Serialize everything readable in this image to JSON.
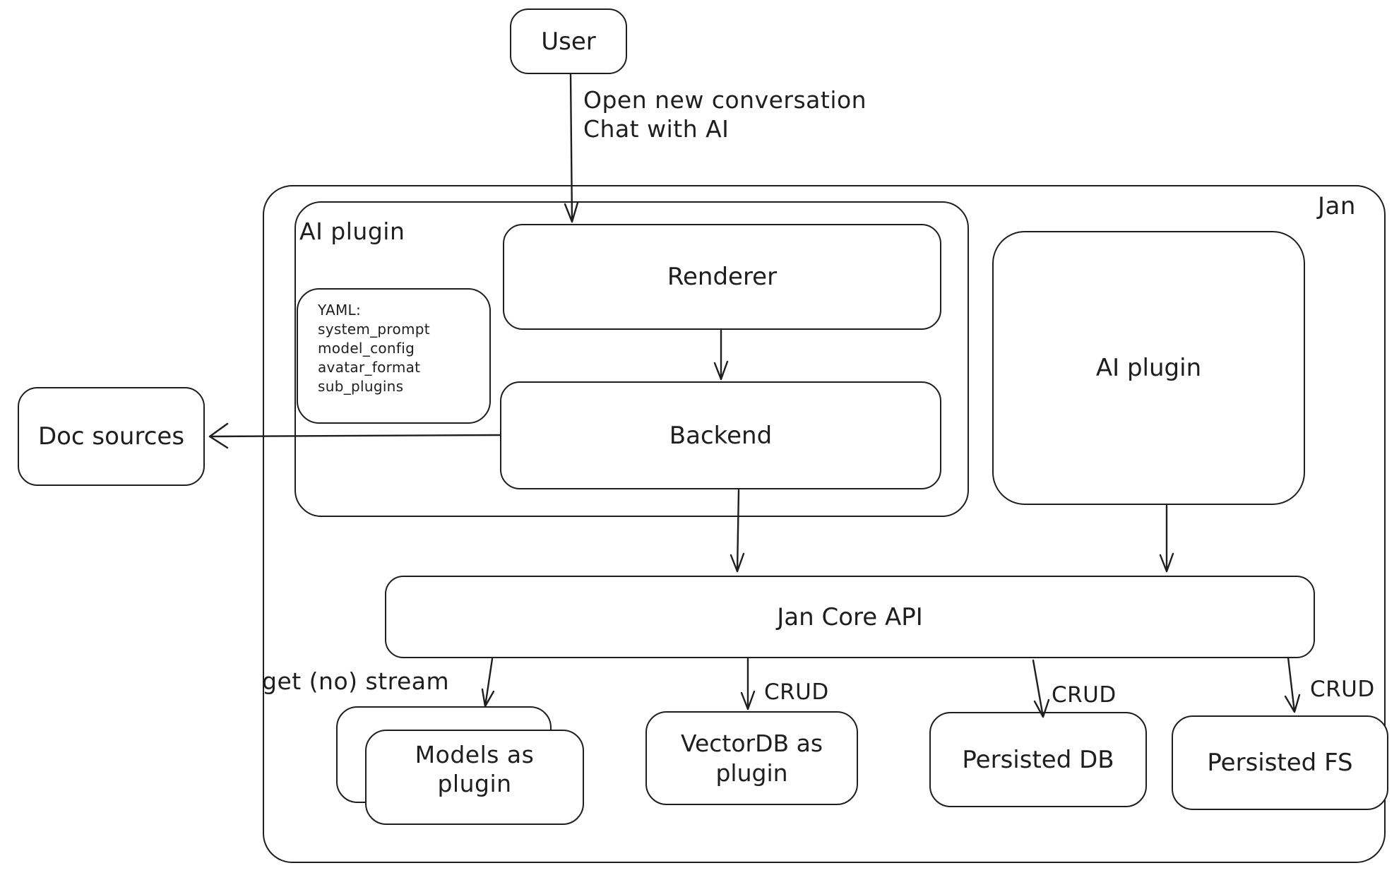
{
  "diagram": {
    "colors": {
      "stroke": "#1e1e1e",
      "background": "#ffffff"
    },
    "nodes": {
      "user": {
        "label": "User"
      },
      "jan": {
        "label": "Jan"
      },
      "ai_plugin_container": {
        "label": "AI plugin"
      },
      "renderer": {
        "label": "Renderer"
      },
      "yaml_note": {
        "lines": [
          "YAML:",
          "system_prompt",
          "model_config",
          "avatar_format",
          "sub_plugins"
        ]
      },
      "backend": {
        "label": "Backend"
      },
      "ai_plugin_right": {
        "label": "AI plugin"
      },
      "doc_sources": {
        "label": "Doc sources"
      },
      "jan_core_api": {
        "label": "Jan Core API"
      },
      "models_plugin": {
        "lines": [
          "Models as",
          "plugin"
        ]
      },
      "vectordb_plugin": {
        "lines": [
          "VectorDB as",
          "plugin"
        ]
      },
      "persisted_db": {
        "label": "Persisted DB"
      },
      "persisted_fs": {
        "label": "Persisted FS"
      }
    },
    "edge_labels": {
      "user_to_renderer_line1": "Open new conversation",
      "user_to_renderer_line2": "Chat with AI",
      "get_no_stream": "get (no) stream",
      "crud_vectordb": "CRUD",
      "crud_persisted_db": "CRUD",
      "crud_persisted_fs": "CRUD"
    }
  }
}
